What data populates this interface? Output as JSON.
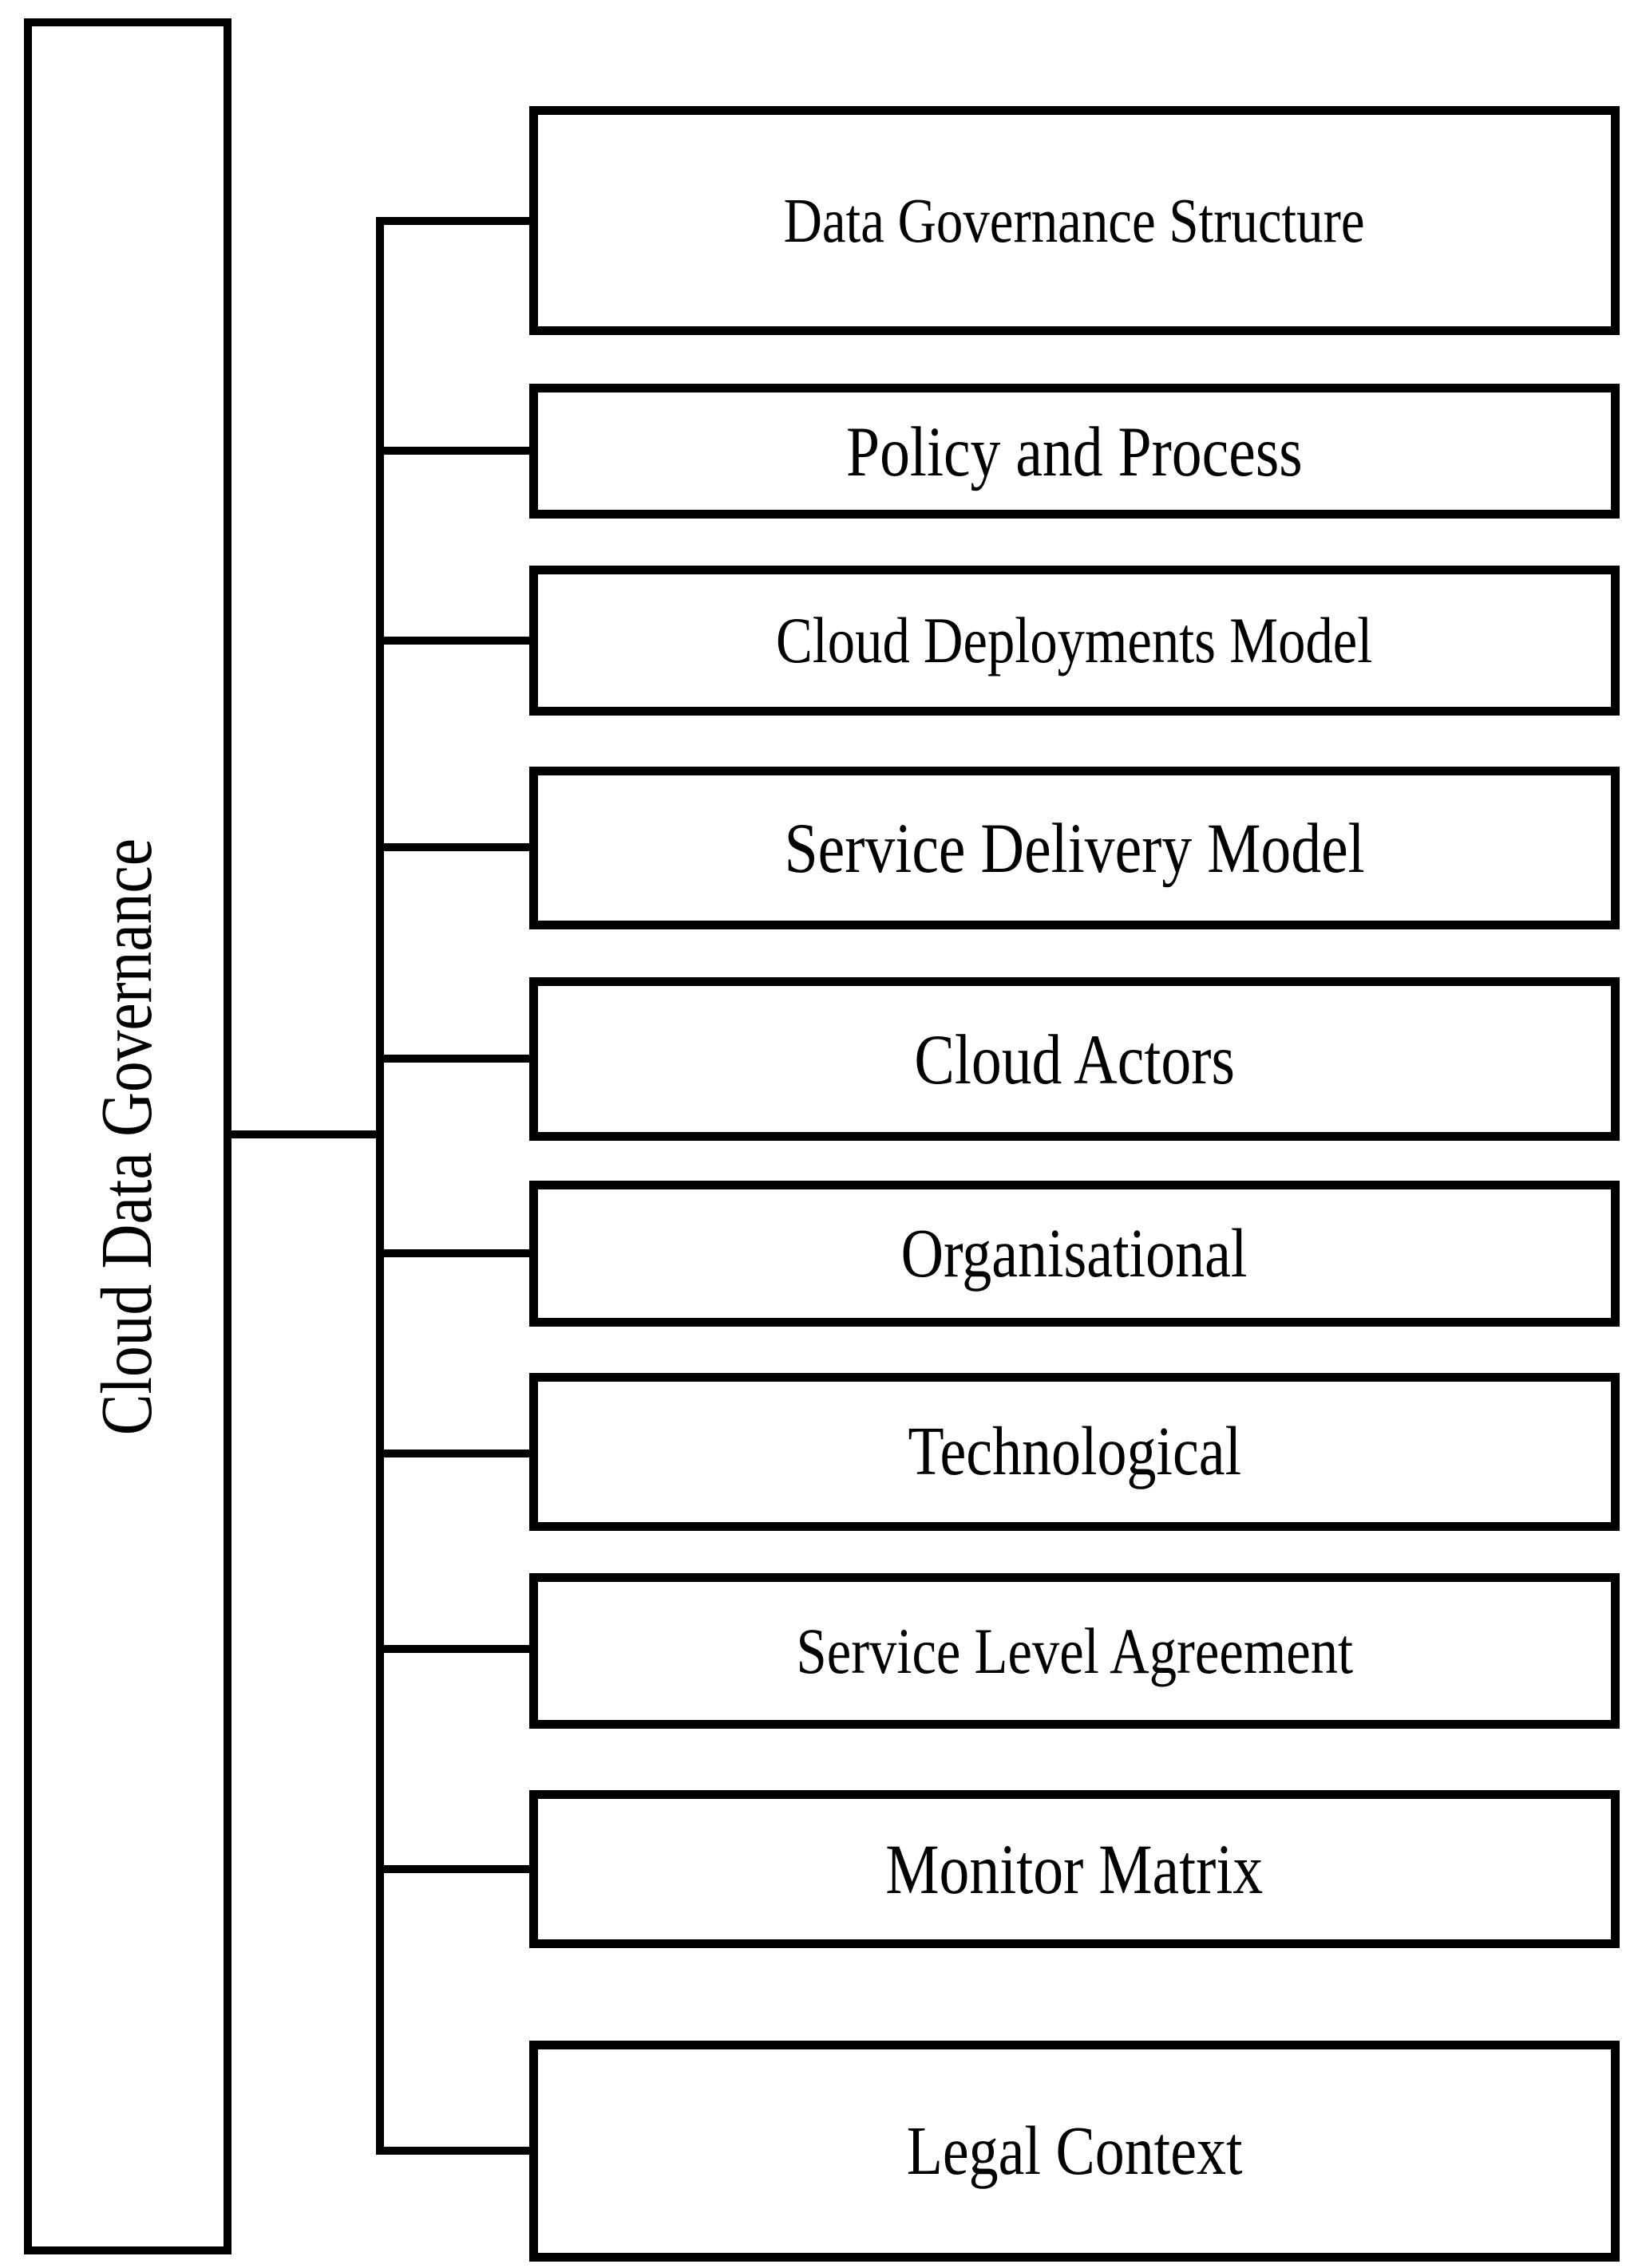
{
  "diagram": {
    "root": {
      "label": "Cloud Data Governance"
    },
    "children": [
      {
        "label": "Data Governance Structure"
      },
      {
        "label": "Policy and Process"
      },
      {
        "label": "Cloud Deployments Model"
      },
      {
        "label": "Service Delivery Model"
      },
      {
        "label": "Cloud Actors"
      },
      {
        "label": "Organisational"
      },
      {
        "label": "Technological"
      },
      {
        "label": "Service Level Agreement"
      },
      {
        "label": "Monitor Matrix"
      },
      {
        "label": "Legal Context"
      }
    ],
    "colors": {
      "line": "#000000",
      "text": "#000000",
      "background": "#ffffff"
    }
  }
}
